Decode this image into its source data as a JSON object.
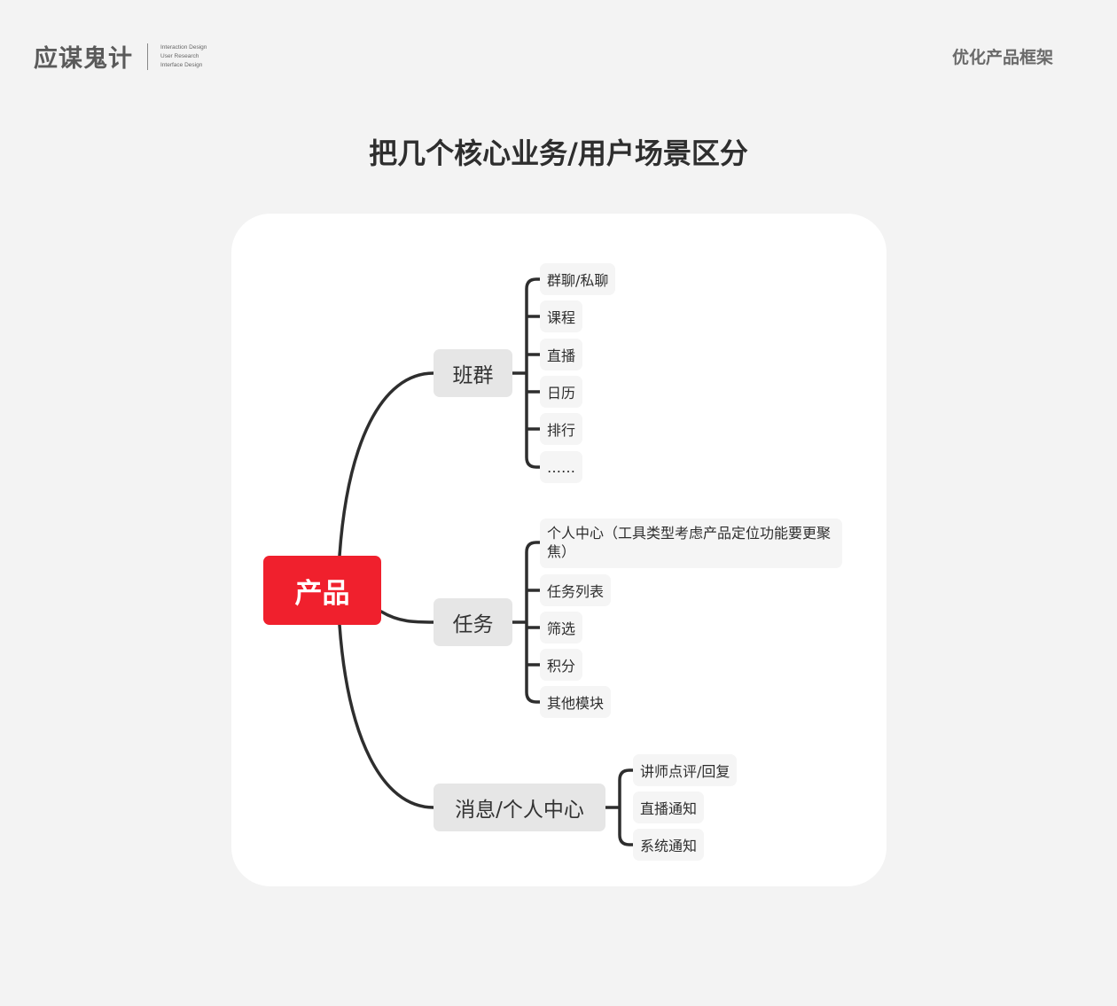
{
  "header": {
    "brand_name": "应谋鬼计",
    "brand_lines": [
      "Interaction Design",
      "User Research",
      "Interface Design"
    ],
    "section_title": "优化产品框架"
  },
  "headline": "把几个核心业务/用户场景区分",
  "mindmap": {
    "root": "产品",
    "branches": [
      {
        "label": "班群",
        "children": [
          "群聊/私聊",
          "课程",
          "直播",
          "日历",
          "排行",
          "……"
        ]
      },
      {
        "label": "任务",
        "children": [
          "个人中心（工具类型考虑产品定位功能要更聚焦）",
          "任务列表",
          "筛选",
          "积分",
          "其他模块"
        ]
      },
      {
        "label": "消息/个人中心",
        "children": [
          "讲师点评/回复",
          "直播通知",
          "系统通知"
        ]
      }
    ]
  },
  "colors": {
    "background": "#f3f3f3",
    "card": "#ffffff",
    "root": "#f0202d",
    "branch": "#e6e6e6",
    "leaf": "#f5f5f5",
    "line": "#2e2e2e"
  }
}
